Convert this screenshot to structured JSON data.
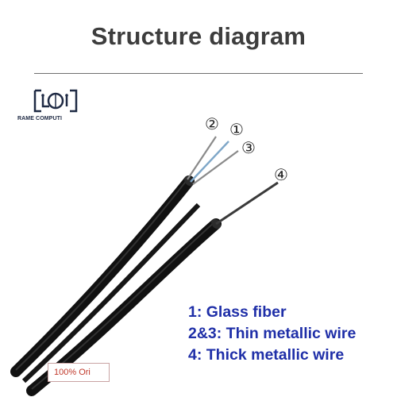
{
  "title": "Structure diagram",
  "logo": {
    "brand_text": "RAME COMPUTI",
    "icon": "circuit-bracket-logo-icon"
  },
  "labels": {
    "n1": "①",
    "n2": "②",
    "n3": "③",
    "n4": "④"
  },
  "legend": [
    "1: Glass fiber",
    "2&3: Thin metallic wire",
    "4: Thick metallic wire"
  ],
  "badge": "100% Ori",
  "colors": {
    "title": "#3d3d3d",
    "legend": "#1f2fa8",
    "cable": "#111111",
    "badge_text": "#c0392b"
  }
}
